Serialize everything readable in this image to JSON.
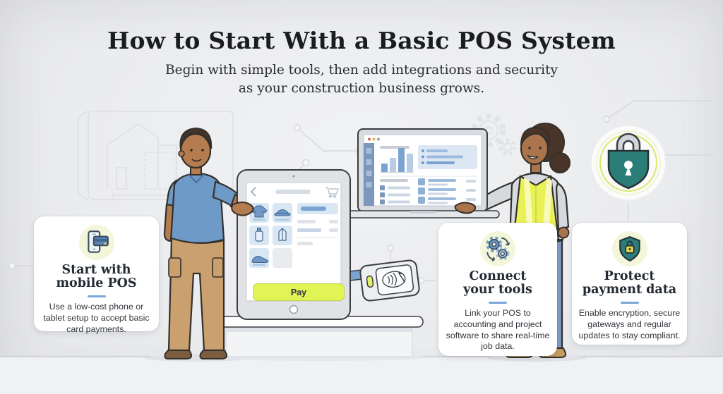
{
  "header": {
    "title": "How to Start With a Basic POS System",
    "subtitle": [
      "Begin with simple tools, then add integrations and security",
      "as your construction business grows."
    ]
  },
  "tablet_ui": {
    "pay_button": "Pay"
  },
  "cards": [
    {
      "icon": "phone-with-card-icon",
      "title_lines": [
        "Start with",
        "mobile POS"
      ],
      "body": "Use a low-cost phone or tablet setup to accept basic card payments."
    },
    {
      "icon": "sync-gears-icon",
      "title_lines": [
        "Connect",
        "your tools"
      ],
      "body": "Link your POS to accounting and project software to share real-time job data."
    },
    {
      "icon": "shield-lock-icon",
      "title_lines": [
        "Protect",
        "payment data"
      ],
      "body": "Enable encryption, secure gateways and regular updates to stay compliant."
    }
  ],
  "colors": {
    "background": "#ebecee",
    "card_background": "#ffffff",
    "accent_green": "#e1f455",
    "divider_blue": "#7aa6d8",
    "teal_shield": "#2b7d78",
    "steel_blue": "#6f98c6",
    "pale_yellow_circle": "#f4f6da",
    "hi_vis_vest": "#e9f154",
    "title_text": "#1b1c20"
  }
}
